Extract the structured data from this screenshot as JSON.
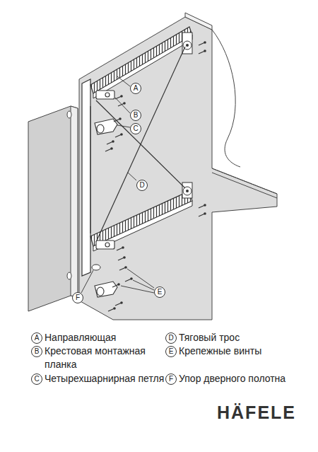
{
  "diagram": {
    "labels": [
      "A",
      "B",
      "C",
      "D",
      "E",
      "F",
      "A",
      "B",
      "C",
      "D",
      "E",
      "F",
      "HÄFELE"
    ],
    "legend": [
      {
        "text": "Направляющая"
      },
      {
        "text": "Крестовая монтажная планка"
      },
      {
        "text": "Четырехшарнирная петля"
      },
      {
        "text": "Тяговый трос"
      },
      {
        "text": "Крепежные винты"
      },
      {
        "text": "Упор дверного полотна"
      }
    ]
  }
}
